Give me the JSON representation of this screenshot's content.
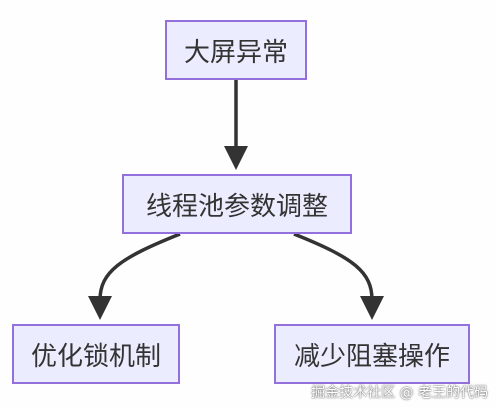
{
  "diagram": {
    "nodes": {
      "top": "大屏异常",
      "middle": "线程池参数调整",
      "left": "优化锁机制",
      "right": "减少阻塞操作"
    },
    "colors": {
      "node_fill": "#ececff",
      "node_border": "#9370db",
      "edge": "#333333",
      "text": "#333333"
    }
  },
  "watermark": "掘金技术社区 @ 老王的代码"
}
